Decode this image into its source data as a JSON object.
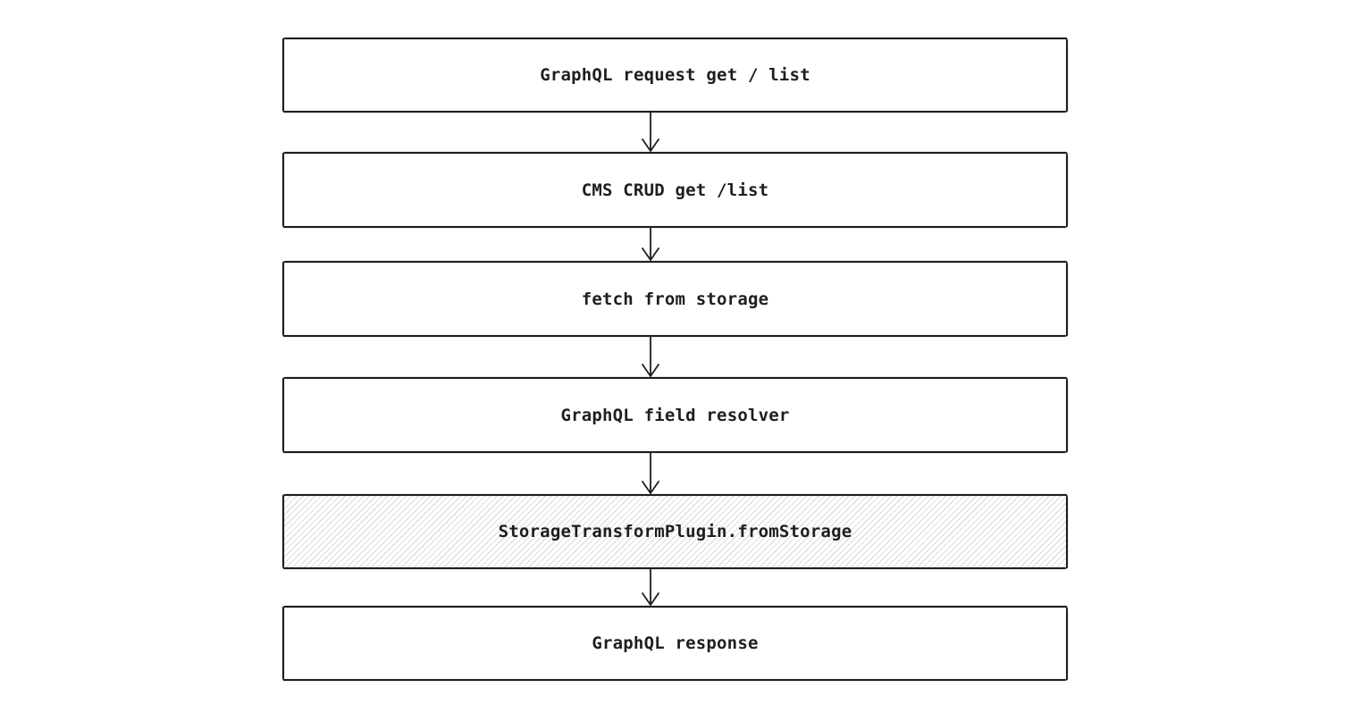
{
  "diagram": {
    "type": "flowchart",
    "direction": "top-down",
    "style": "hand-drawn-sketch",
    "colors": {
      "background": "#ffffff",
      "node_stroke": "#1e1e1e",
      "node_fill": "#ffffff",
      "text": "#1e1e1e",
      "hachure_line": "#d8d8d8"
    },
    "nodes": [
      {
        "id": "graphql-request",
        "label": "GraphQL request get / list",
        "fill": "solid"
      },
      {
        "id": "cms-crud",
        "label": "CMS CRUD get /list",
        "fill": "solid"
      },
      {
        "id": "fetch-storage",
        "label": "fetch from storage",
        "fill": "solid"
      },
      {
        "id": "field-resolver",
        "label": "GraphQL field resolver",
        "fill": "solid"
      },
      {
        "id": "storage-transform",
        "label": "StorageTransformPlugin.fromStorage",
        "fill": "hachure"
      },
      {
        "id": "graphql-response",
        "label": "GraphQL response",
        "fill": "solid"
      }
    ],
    "edges": [
      {
        "from": "graphql-request",
        "to": "cms-crud",
        "arrow": "down"
      },
      {
        "from": "cms-crud",
        "to": "fetch-storage",
        "arrow": "down"
      },
      {
        "from": "fetch-storage",
        "to": "field-resolver",
        "arrow": "down"
      },
      {
        "from": "field-resolver",
        "to": "storage-transform",
        "arrow": "down"
      },
      {
        "from": "storage-transform",
        "to": "graphql-response",
        "arrow": "down"
      }
    ]
  }
}
